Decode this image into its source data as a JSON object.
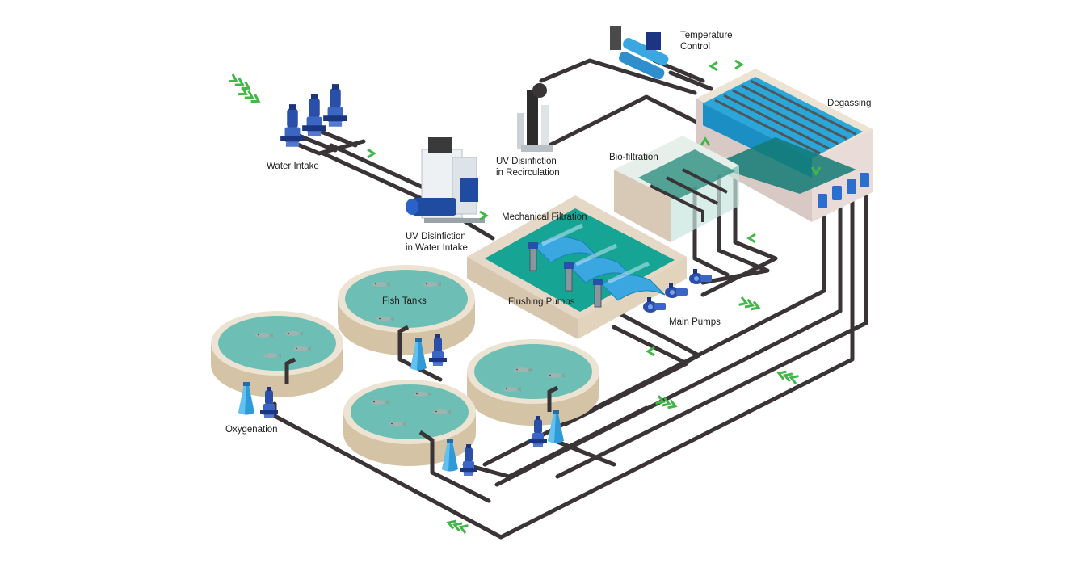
{
  "labels": {
    "water_intake": "Water Intake",
    "uv_intake_line1": "UV Disinfiction",
    "uv_intake_line2": "in Water Intake",
    "uv_recirc_line1": "UV Disinfiction",
    "uv_recirc_line2": "in Recirculation",
    "temperature_line1": "Temperature",
    "temperature_line2": "Control",
    "degassing": "Degassing",
    "bio_filtration": "Bio-filtration",
    "mechanical_filtration": "Mechanical Filtration",
    "flushing_pumps": "Flushing Pumps",
    "main_pumps": "Main Pumps",
    "fish_tanks": "Fish Tanks",
    "oxygenation": "Oxygenation"
  },
  "colors": {
    "pipe": "#3a3436",
    "water": "#6dbfb5",
    "water_dark": "#1f8f86",
    "rim": "#ece3d3",
    "rim_side": "#d6c8b0",
    "basin_side": "#d9c9c4",
    "pump_blue": "#2a4fa8",
    "flow_green": "#43b649",
    "drum_blue": "#3aa7e0"
  },
  "icons": [
    "flow-chevron-icon",
    "pump-icon",
    "fish-icon",
    "oxygen-cone-icon",
    "uv-unit-icon",
    "heat-exchanger-icon"
  ]
}
